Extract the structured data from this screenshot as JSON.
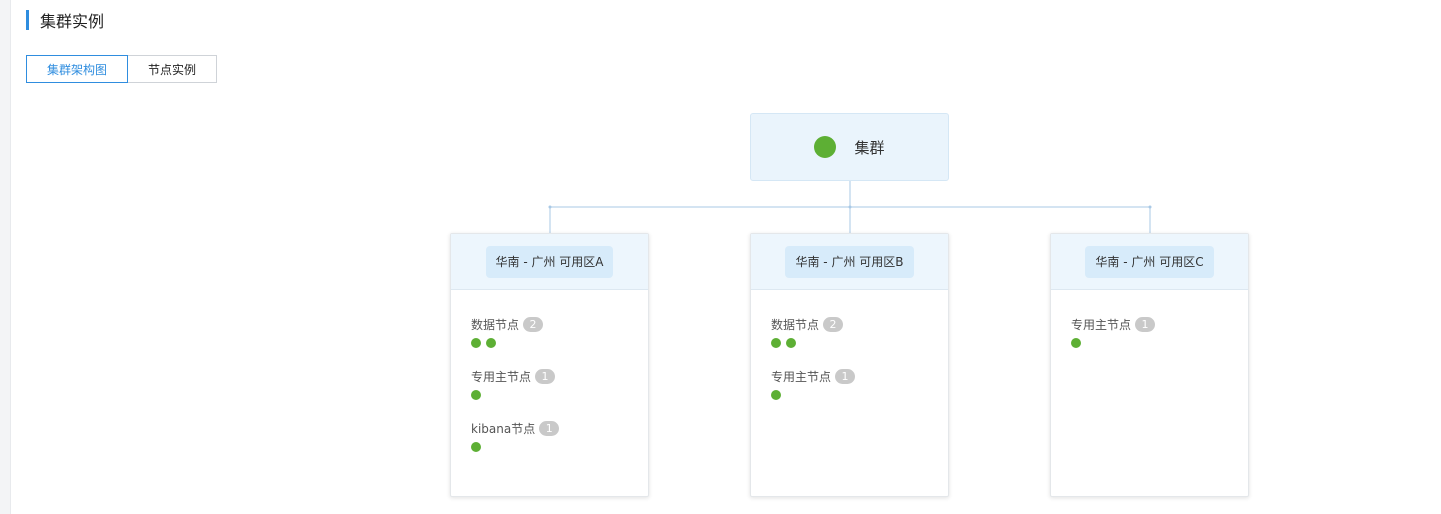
{
  "section": {
    "title": "集群实例"
  },
  "tabs": [
    {
      "label": "集群架构图",
      "active": true
    },
    {
      "label": "节点实例",
      "active": false
    }
  ],
  "cluster": {
    "label": "集群",
    "status_color": "#5daf34"
  },
  "zones": [
    {
      "name": "华南 - 广州 可用区A",
      "groups": [
        {
          "label": "数据节点",
          "count": "2",
          "nodes": 2
        },
        {
          "label": "专用主节点",
          "count": "1",
          "nodes": 1
        },
        {
          "label": "kibana节点",
          "count": "1",
          "nodes": 1
        }
      ]
    },
    {
      "name": "华南 - 广州 可用区B",
      "groups": [
        {
          "label": "数据节点",
          "count": "2",
          "nodes": 2
        },
        {
          "label": "专用主节点",
          "count": "1",
          "nodes": 1
        }
      ]
    },
    {
      "name": "华南 - 广州 可用区C",
      "groups": [
        {
          "label": "专用主节点",
          "count": "1",
          "nodes": 1
        }
      ]
    }
  ],
  "colors": {
    "accent": "#2f8ddf",
    "node_healthy": "#5daf34",
    "badge": "#c9c9c9",
    "connector": "#a9c9e6"
  }
}
